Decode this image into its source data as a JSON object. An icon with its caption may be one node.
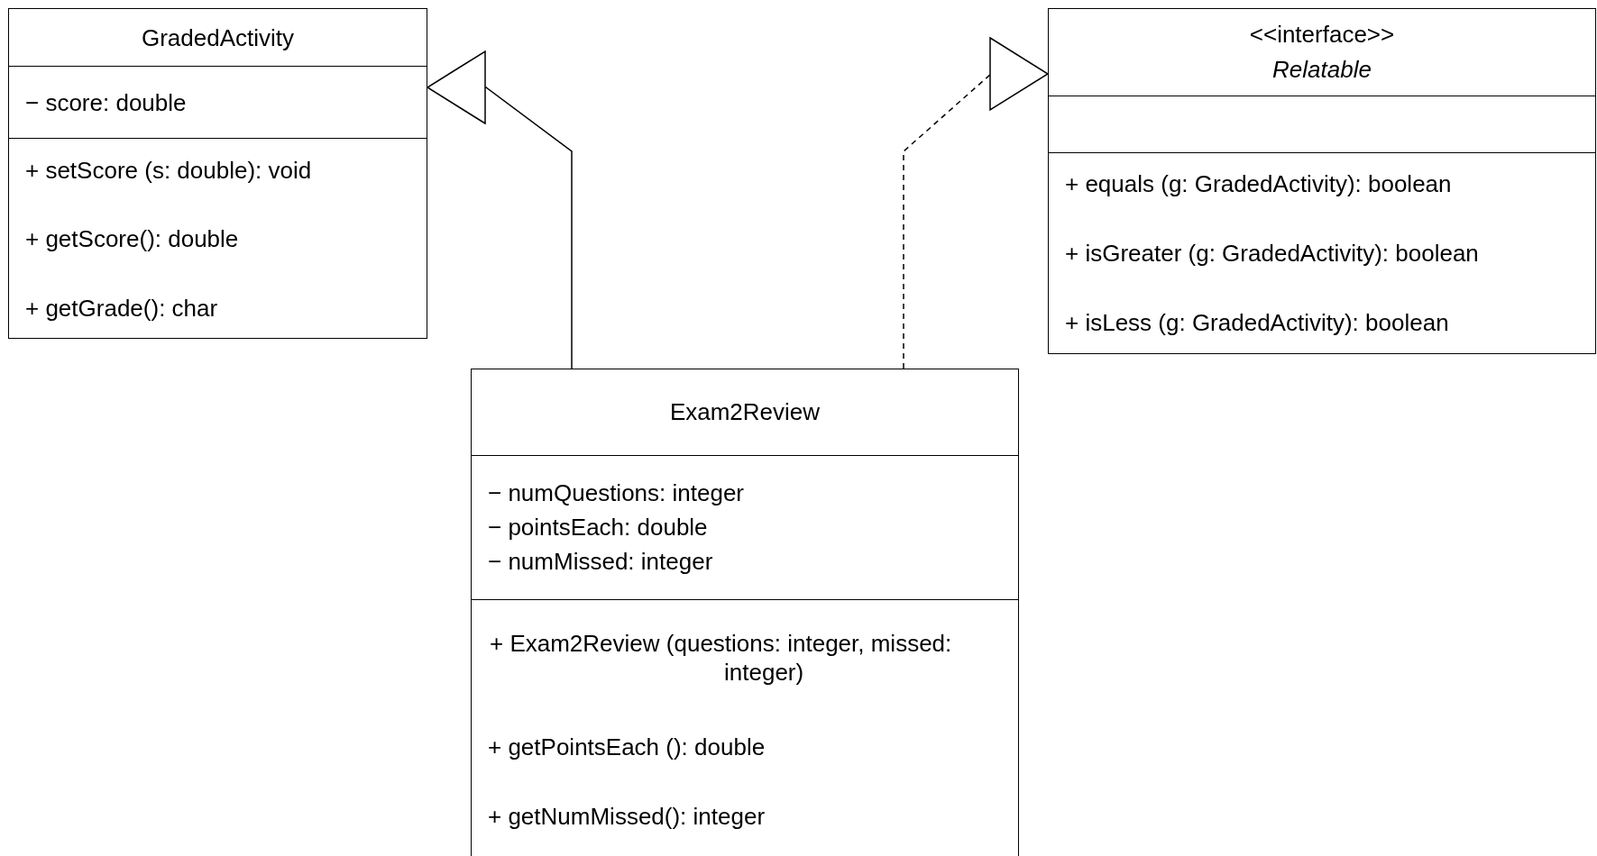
{
  "diagram": {
    "nodes": [
      {
        "text": [
          "GradedActivity",
          "− score: double",
          "+ setScore (s: double): void",
          "+ getScore(): double",
          "+ getGrade(): char"
        ]
      },
      {
        "text": [
          "<<interface>>",
          "Relatable",
          "+ equals (g: GradedActivity): boolean",
          "+ isGreater (g: GradedActivity): boolean",
          "+ isLess (g: GradedActivity): boolean"
        ]
      },
      {
        "text": [
          "Exam2Review",
          "− numQuestions: integer",
          "− pointsEach: double",
          "− numMissed: integer",
          "+ Exam2Review (questions: integer, missed: integer)",
          "+ getPointsEach (): double",
          "+ getNumMissed(): integer"
        ]
      }
    ],
    "edges": [
      {
        "from": 2,
        "to": 0,
        "arrow": "to"
      },
      {
        "from": 2,
        "to": 1,
        "arrow": "to",
        "style": "dashed"
      }
    ]
  }
}
